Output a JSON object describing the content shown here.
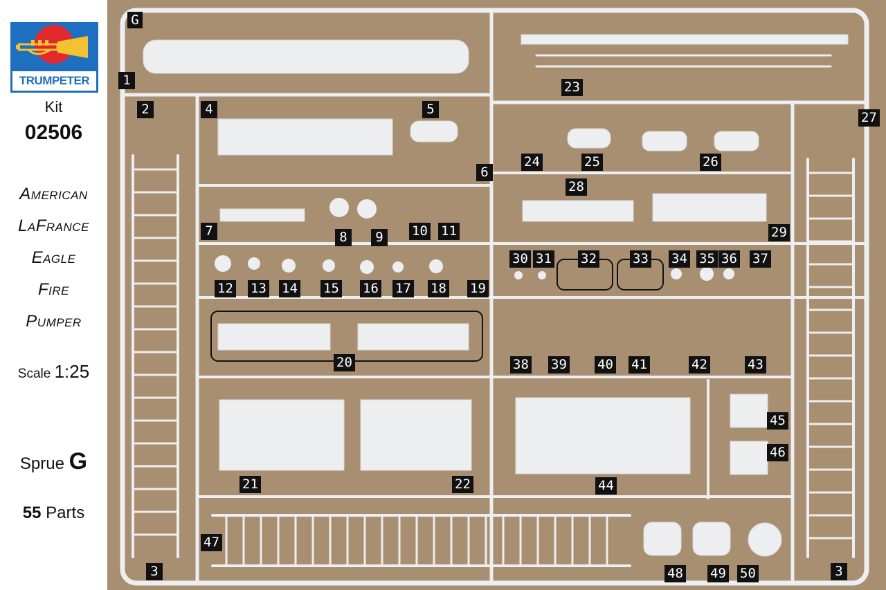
{
  "info": {
    "brand": "TRUMPETER",
    "kit_label": "Kit",
    "kit_number": "02506",
    "title_lines": [
      "American",
      "LaFrance",
      "Eagle",
      "Fire",
      "Pumper"
    ],
    "scale_word": "Scale",
    "scale_value": "1:25",
    "sprue_word": "Sprue",
    "sprue_letter": "G",
    "parts_count": "55",
    "parts_word": "Parts",
    "colors": {
      "brand_blue": "#1f6fc1",
      "brand_red": "#e0282d",
      "trumpet_gold": "#f2c230"
    }
  },
  "photo": {
    "sprue_tag": "G",
    "part_numbers": [
      "1",
      "2",
      "3",
      "3",
      "4",
      "5",
      "6",
      "7",
      "8",
      "9",
      "10",
      "11",
      "12",
      "13",
      "14",
      "15",
      "16",
      "17",
      "18",
      "19",
      "20",
      "21",
      "22",
      "23",
      "24",
      "25",
      "26",
      "27",
      "28",
      "29",
      "30",
      "31",
      "32",
      "33",
      "34",
      "35",
      "36",
      "37",
      "38",
      "39",
      "40",
      "41",
      "42",
      "43",
      "44",
      "45",
      "46",
      "47",
      "48",
      "49",
      "50"
    ],
    "colors": {
      "backdrop": "#a98f72",
      "plastic": "#eceef0",
      "label_bg": "#111111"
    }
  }
}
